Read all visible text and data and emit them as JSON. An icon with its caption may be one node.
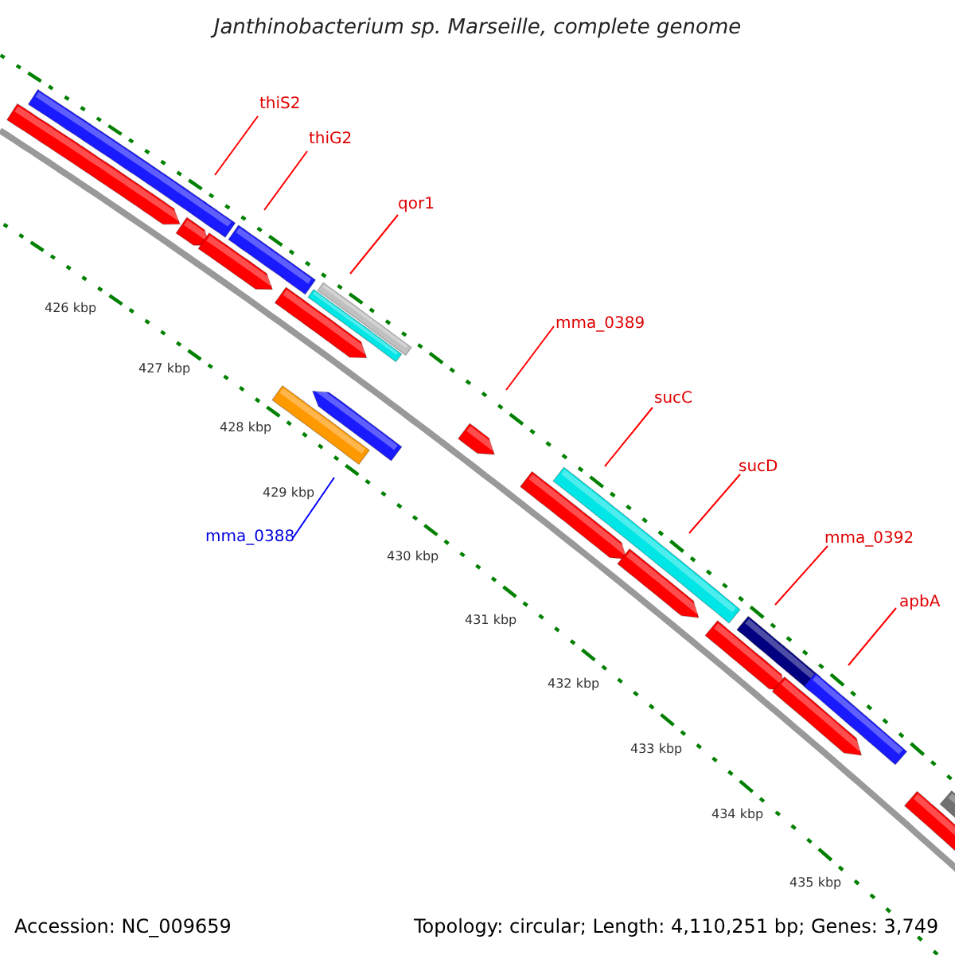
{
  "diagram": {
    "title": "Janthinobacterium sp. Marseille, complete genome",
    "nodes": [
      {
        "text": [
          "thiS2"
        ]
      },
      {
        "text": [
          "thiG2"
        ]
      },
      {
        "text": [
          "qor1"
        ]
      },
      {
        "text": [
          "mma_0389"
        ]
      },
      {
        "text": [
          "sucC"
        ]
      },
      {
        "text": [
          "sucD"
        ]
      },
      {
        "text": [
          "mma_0392"
        ]
      },
      {
        "text": [
          "apbA"
        ]
      },
      {
        "text": [
          "mma_0388"
        ]
      }
    ],
    "edges": [
      {
        "from": 0,
        "to": null,
        "arrow": "none"
      },
      {
        "from": 1,
        "to": null,
        "arrow": "none"
      },
      {
        "from": 2,
        "to": null,
        "arrow": "none"
      },
      {
        "from": 3,
        "to": null,
        "arrow": "none"
      },
      {
        "from": 4,
        "to": null,
        "arrow": "none"
      },
      {
        "from": 5,
        "to": null,
        "arrow": "none"
      },
      {
        "from": 6,
        "to": null,
        "arrow": "none"
      },
      {
        "from": 7,
        "to": null,
        "arrow": "none"
      },
      {
        "from": 8,
        "to": null,
        "arrow": "none",
        "color": "#0000ff"
      }
    ],
    "labels": [
      "426 kbp",
      "427 kbp",
      "428 kbp",
      "429 kbp",
      "430 kbp",
      "431 kbp",
      "432 kbp",
      "433 kbp",
      "434 kbp",
      "435 kbp",
      "Accession: NC_009659",
      "Topology: circular; Length: 4,110,251 bp; Genes: 3,749"
    ]
  }
}
